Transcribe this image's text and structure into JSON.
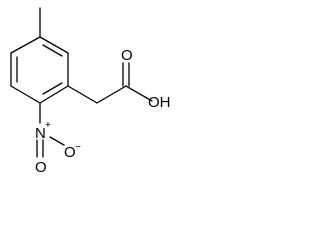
{
  "molecule": {
    "atoms": {
      "oh": "OH",
      "o_carbonyl": "O",
      "n": "N",
      "n_charge": "+",
      "o_top": "O",
      "o_minus": "O",
      "o_charge": "−"
    },
    "colors": {
      "ink": "#000000",
      "background": "#ffffff"
    }
  }
}
